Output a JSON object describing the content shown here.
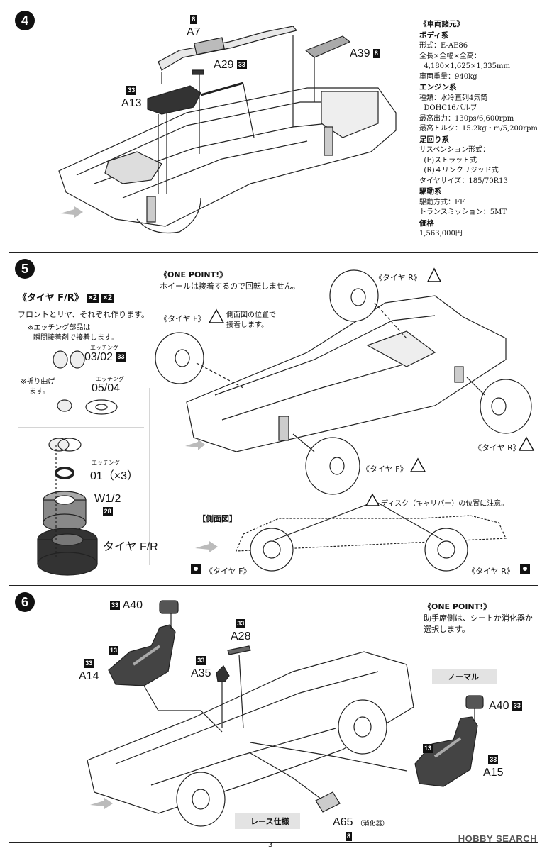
{
  "step4": {
    "number": "4",
    "parts": {
      "a7": {
        "badge": "8",
        "label": "A7"
      },
      "a29": {
        "label": "A29",
        "badge": "33"
      },
      "a39": {
        "label": "A39",
        "badge": "8"
      },
      "a13": {
        "badge": "33",
        "label": "A13"
      }
    },
    "specs": {
      "title": "《車両諸元》",
      "groups": [
        {
          "head": "ボディ系",
          "lines": [
            "形式：E-AE86",
            "全長×全幅×全高：",
            "  4,180×1,625×1,335mm",
            "車両重量：940kg"
          ]
        },
        {
          "head": "エンジン系",
          "lines": [
            "種類：水冷直列4気筒",
            "  DOHC16バルブ",
            "最高出力：130ps/6,600rpm",
            "最高トルク：15.2kg・m/5,200rpm"
          ]
        },
        {
          "head": "足回り系",
          "lines": [
            "サスペンション形式：",
            "  (F)ストラット式",
            "  (R)４リンクリジッド式",
            "タイヤサイズ：185/70R13"
          ]
        },
        {
          "head": "駆動系",
          "lines": [
            "駆動方式：FF",
            "トランスミッション：5MT"
          ]
        },
        {
          "head": "価格",
          "lines": [
            "1,563,000円"
          ]
        }
      ]
    }
  },
  "step5": {
    "number": "5",
    "tire_title": "《タイヤ F/R》",
    "x2a": "×2",
    "x2b": "×2",
    "make_both": "フロントとリヤ、それぞれ作ります。",
    "etch_note1": "※エッチング部品は",
    "etch_note2": "瞬間接着剤で接着します。",
    "etching_label": "エッチング",
    "etch_0302": "03/02",
    "etch_0302_badge": "33",
    "fold1": "※折り曲げ",
    "fold2": "ます。",
    "etch_0504": "05/04",
    "etch_01": "01（×3）",
    "w12": "W1/2",
    "w12_badge": "28",
    "tire_fr": "タイヤ F/R",
    "one_point": "《ONE POINT!》",
    "op_text": "ホイールは接着するので回転しません。",
    "tire_r_top": "《タイヤ R》",
    "tire_f_left": "《タイヤ F》",
    "side_note1": "側面図の位置で",
    "side_note2": "接着します。",
    "tire_r_right": "《タイヤ R》",
    "tire_f_bottom": "《タイヤ F》",
    "disc_note": "ディスク（キャリパー）の位置に注意。",
    "side_view": "【側面図】",
    "side_tire_f": "《タイヤ F》",
    "side_tire_r": "《タイヤ R》"
  },
  "step6": {
    "number": "6",
    "a40_top": {
      "badge": "33",
      "label": "A40"
    },
    "a14": {
      "badge1": "13",
      "badge2": "33",
      "label": "A14"
    },
    "a28": {
      "badge": "33",
      "label": "A28"
    },
    "a35": {
      "badge": "33",
      "label": "A35"
    },
    "one_point": "《ONE POINT!》",
    "op_line1": "助手席側は、シートか消化器か",
    "op_line2": "選択します。",
    "normal": "ノーマル",
    "a40_right": {
      "label": "A40",
      "badge": "33"
    },
    "a15": {
      "badge1": "13",
      "badge2": "33",
      "label": "A15"
    },
    "race": "レース仕様",
    "a65": {
      "label": "A65",
      "note": "（消化器）",
      "badge": "8"
    }
  },
  "footer": {
    "page": "3",
    "watermark": "HOBBY SEARCH"
  }
}
